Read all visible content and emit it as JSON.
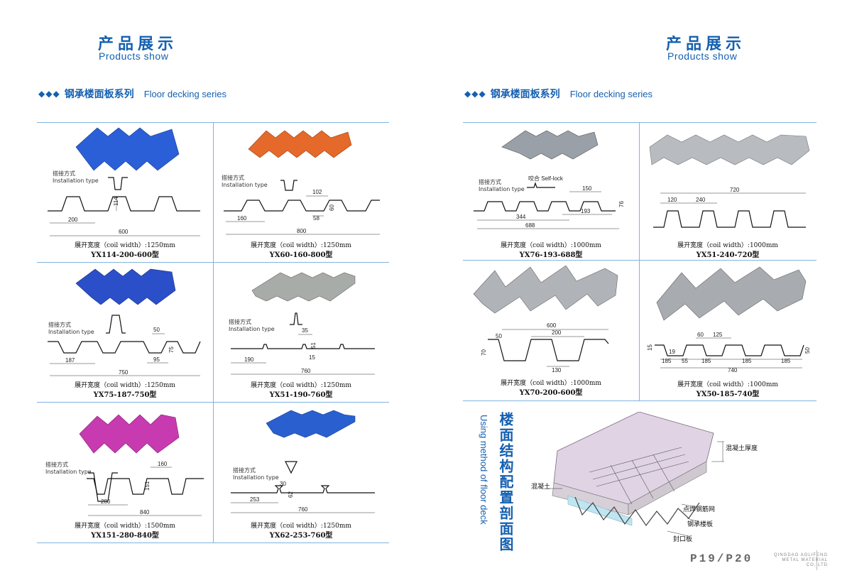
{
  "left": {
    "header": {
      "cn": "产品展示",
      "en": "Products show"
    },
    "series": {
      "diamonds": "◆◆◆",
      "cn": "钢承楼面板系列",
      "en": "Floor decking series"
    }
  },
  "right": {
    "header": {
      "cn": "产品展示",
      "en": "Products show"
    },
    "series": {
      "diamonds": "◆◆◆",
      "cn": "钢承楼面板系列",
      "en": "Floor decking series"
    }
  },
  "installation": {
    "cn": "搭接方式",
    "en": "Installation type"
  },
  "products": [
    {
      "id": "p1",
      "coil": "展开宽度（coil width）:1250mm",
      "model": "YX114-200-600型",
      "color": "#2a5fd8",
      "dims": [
        "200",
        "600",
        "114"
      ]
    },
    {
      "id": "p2",
      "coil": "展开宽度（coil width）:1250mm",
      "model": "YX60-160-800型",
      "color": "#e5692a",
      "dims": [
        "160",
        "800",
        "102",
        "58",
        "60"
      ]
    },
    {
      "id": "p3",
      "coil": "展开宽度（coil width）:1250mm",
      "model": "YX75-187-750型",
      "color": "#2a4fc8",
      "dims": [
        "187",
        "750",
        "50",
        "95",
        "75"
      ]
    },
    {
      "id": "p4",
      "coil": "展开宽度（coil width）:1250mm",
      "model": "YX51-190-760型",
      "color": "#a8aca8",
      "dims": [
        "190",
        "760",
        "35",
        "15",
        "51"
      ]
    },
    {
      "id": "p5",
      "coil": "展开宽度（coil width）:1500mm",
      "model": "YX151-280-840型",
      "color": "#c83ab0",
      "dims": [
        "280",
        "840",
        "160",
        "151"
      ]
    },
    {
      "id": "p6",
      "coil": "展开宽度（coil width）:1250mm",
      "model": "YX62-253-760型",
      "color": "#2a5fd0",
      "dims": [
        "253",
        "760",
        "30",
        "62"
      ]
    },
    {
      "id": "p7",
      "coil": "展开宽度（coil width）:1000mm",
      "model": "YX76-193-688型",
      "color": "#9aa0a8",
      "dims": [
        "344",
        "688",
        "150",
        "193",
        "76"
      ],
      "extra": "咬合 Self-lock"
    },
    {
      "id": "p8",
      "coil": "展开宽度（coil width）:1000mm",
      "model": "YX51-240-720型",
      "color": "#b8bcc0",
      "dims": [
        "120",
        "240",
        "720"
      ]
    },
    {
      "id": "p9",
      "coil": "展开宽度（coil width）:1000mm",
      "model": "YX70-200-600型",
      "color": "#b0b4b8",
      "dims": [
        "600",
        "200",
        "130",
        "50",
        "70"
      ]
    },
    {
      "id": "p10",
      "coil": "展开宽度（coil width）:1000mm",
      "model": "YX50-185-740型",
      "color": "#a8acb0",
      "dims": [
        "60",
        "125",
        "19",
        "185",
        "185",
        "185",
        "185",
        "740",
        "50",
        "15",
        "55"
      ]
    }
  ],
  "structure": {
    "title_cn": "楼面结构配置剖面图",
    "title_en": "Using method of floor deck",
    "labels": {
      "thickness": "混凝土厚度",
      "concrete": "混凝土",
      "mesh": "点焊钢筋网",
      "deck": "钢承楼板",
      "seal": "封口板"
    }
  },
  "footer": {
    "page": "P19/P20",
    "company": [
      "QINGDAO AOLIFENG",
      "METAL MATERIAL",
      "CO.,LTD"
    ]
  }
}
